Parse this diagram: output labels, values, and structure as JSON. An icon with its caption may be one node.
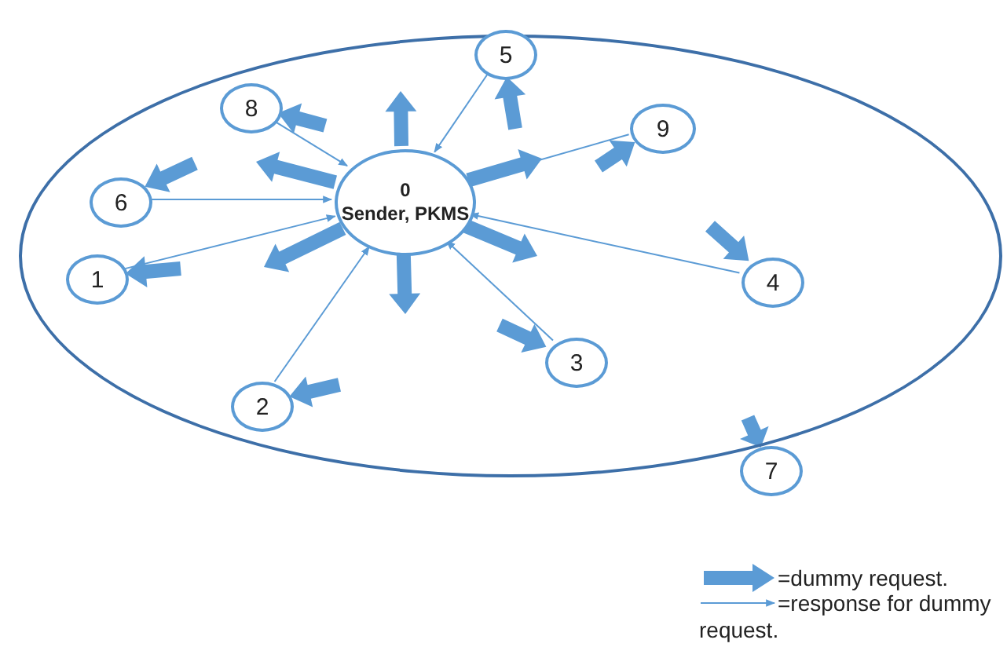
{
  "diagram": {
    "nodes": [
      {
        "text": [],
        "shape": "ellipse"
      },
      {
        "text": [
          "0",
          "Sender, PKMS"
        ],
        "in": 0
      },
      {
        "text": [
          "5"
        ],
        "in": 0
      },
      {
        "text": [
          "8"
        ],
        "in": 0
      },
      {
        "text": [
          "9"
        ],
        "in": 0
      },
      {
        "text": [
          "6"
        ],
        "in": 0
      },
      {
        "text": [
          "1"
        ],
        "in": 0
      },
      {
        "text": [
          "4"
        ],
        "in": 0
      },
      {
        "text": [
          "3"
        ],
        "in": 0
      },
      {
        "text": [
          "2"
        ],
        "in": 0
      },
      {
        "text": [
          "7"
        ]
      }
    ],
    "edges": [
      {
        "from": 2,
        "to": 1,
        "arrow": "to"
      },
      {
        "from": 3,
        "to": 1,
        "arrow": "to"
      },
      {
        "from": 4,
        "to": 1,
        "arrow": "to"
      },
      {
        "from": 5,
        "to": 1,
        "arrow": "to"
      },
      {
        "from": 6,
        "to": 1,
        "arrow": "to"
      },
      {
        "from": 7,
        "to": 1,
        "arrow": "to"
      },
      {
        "from": 8,
        "to": 1,
        "arrow": "to"
      },
      {
        "from": 9,
        "to": 1,
        "arrow": "to"
      },
      {
        "from": 1,
        "to": null,
        "arrow": "to",
        "style": "thick"
      },
      {
        "from": 1,
        "to": null,
        "arrow": "to",
        "style": "thick"
      },
      {
        "from": 1,
        "to": null,
        "arrow": "to",
        "style": "thick"
      },
      {
        "from": 1,
        "to": null,
        "arrow": "to",
        "style": "thick"
      },
      {
        "from": 1,
        "to": null,
        "arrow": "to",
        "style": "thick"
      },
      {
        "from": 1,
        "to": null,
        "arrow": "to",
        "style": "thick"
      },
      {
        "from": null,
        "to": 2,
        "arrow": "to",
        "style": "thick"
      },
      {
        "from": null,
        "to": 3,
        "arrow": "to",
        "style": "thick"
      },
      {
        "from": null,
        "to": 4,
        "arrow": "to",
        "style": "thick"
      },
      {
        "from": null,
        "to": 5,
        "arrow": "to",
        "style": "thick"
      },
      {
        "from": null,
        "to": 6,
        "arrow": "to",
        "style": "thick"
      },
      {
        "from": null,
        "to": 7,
        "arrow": "to",
        "style": "thick"
      },
      {
        "from": null,
        "to": 8,
        "arrow": "to",
        "style": "thick"
      },
      {
        "from": null,
        "to": 9,
        "arrow": "to",
        "style": "thick"
      },
      {
        "from": null,
        "to": 10,
        "arrow": "to",
        "style": "thick"
      }
    ],
    "legend": [
      {
        "text": "=dummy request."
      },
      {
        "text": "=response for dummy request."
      }
    ]
  }
}
